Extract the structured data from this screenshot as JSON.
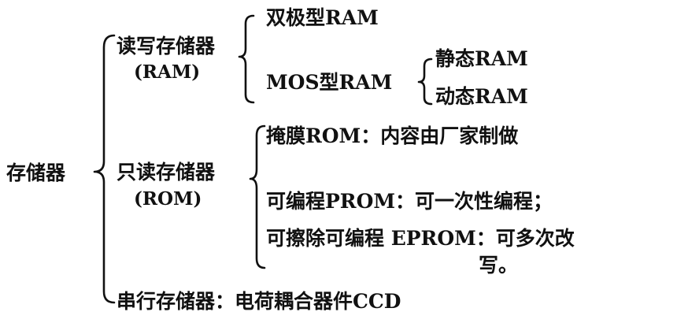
{
  "root": "存储器",
  "ram": {
    "title": "读写存储器",
    "abbr": "(RAM)",
    "items": [
      "双极型RAM",
      "MOS型RAM"
    ],
    "mos_items": [
      "静态RAM",
      "动态RAM"
    ]
  },
  "rom": {
    "title": "只读存储器",
    "abbr": "(ROM)",
    "items": [
      "掩膜ROM：内容由厂家制做",
      "可编程PROM：可一次性编程；",
      "可擦除可编程 EPROM：可多次改",
      "写。"
    ]
  },
  "serial": "串行存储器：电荷耦合器件CCD"
}
